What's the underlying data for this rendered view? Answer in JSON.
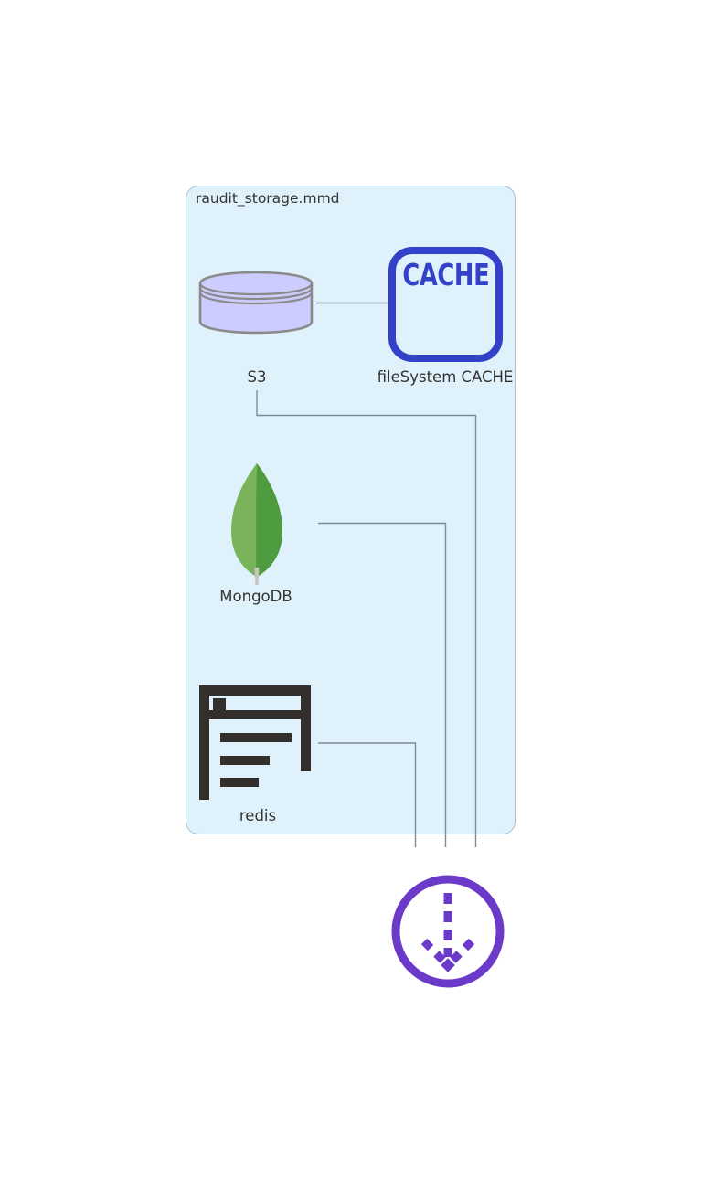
{
  "diagram": {
    "file_label": "raudit_storage.mmd",
    "nodes": {
      "s3": {
        "label": "S3",
        "icon": "database-cylinder-icon"
      },
      "filesystem_cache": {
        "label": "fileSystem CACHE",
        "box_text": "CACHE",
        "icon": "cache-rounded-box-icon"
      },
      "mongodb": {
        "label": "MongoDB",
        "icon": "mongodb-leaf-icon"
      },
      "redis": {
        "label": "redis",
        "icon": "redis-panel-icon"
      }
    },
    "edges": [
      {
        "from": "S3",
        "to": "fileSystem CACHE"
      },
      {
        "from": "S3",
        "to": "below-viewport"
      },
      {
        "from": "MongoDB",
        "to": "below-viewport"
      },
      {
        "from": "redis",
        "to": "below-viewport"
      }
    ],
    "colors": {
      "canvas_bg": "#ffffff",
      "subgraph_fill": "#dff2fb",
      "subgraph_border": "#a9bfd0",
      "edge_line": "#7f8b94",
      "text": "#333333",
      "s3_fill": "#ccccff",
      "s3_stroke": "#8a8a8a",
      "cache_blue": "#3340c8",
      "mongodb_green_light": "#79b45b",
      "mongodb_green_dark": "#4e9c3f",
      "mongodb_stem": "#c8c4c0",
      "redis_dark": "#322f2d",
      "scroll_purple": "#6b3ac9"
    }
  },
  "scroll_button": {
    "icon": "dashed-arrow-down-circle-icon"
  }
}
